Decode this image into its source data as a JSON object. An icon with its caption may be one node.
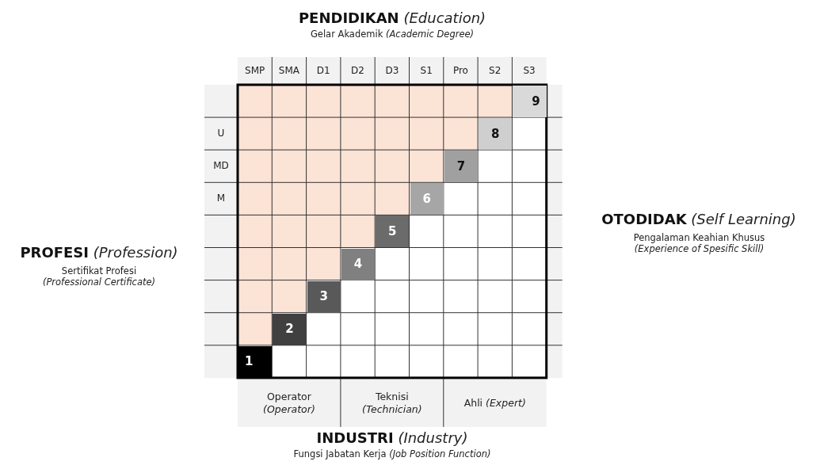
{
  "diagram": {
    "labels": [
      "**PENDIDIKAN** *(Education)*",
      "Gelar Akademik *(Academic Degree)*",
      "SMP",
      "SMA",
      "D1",
      "D2",
      "D3",
      "S1",
      "Pro",
      "S2",
      "S3",
      "**PROFESI** *(Profession)*",
      "Sertifikat Profesi *(Professional Certificate)*",
      "**OTODIDAK** *(Self Learning)*",
      "Pengalaman Keahian Khusus *(Experience of Spesific Skill)*",
      "9",
      "U",
      "8",
      "MD",
      "7",
      "M",
      "6",
      "5",
      "4",
      "3",
      "2",
      "1",
      "Operator *(Operator)*",
      "Teknisi *(Technician)*",
      "Ahli *(Expert)*",
      "**INDUSTRI** *(Industry)*",
      "Fungsi Jabatan Kerja *(Job Position Function)*"
    ]
  }
}
